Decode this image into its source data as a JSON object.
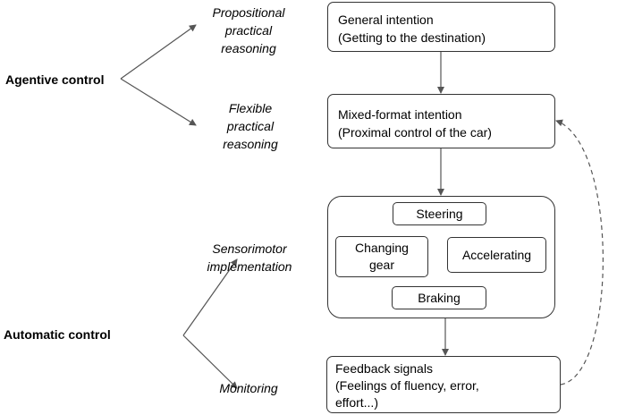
{
  "categories": {
    "agentive": "Agentive control",
    "automatic": "Automatic control"
  },
  "stages": {
    "propositional": [
      "Propositional",
      "practical",
      "reasoning"
    ],
    "flexible": [
      "Flexible",
      "practical",
      "reasoning"
    ],
    "sensorimotor": [
      "Sensorimotor",
      "implementation"
    ],
    "monitoring": [
      "Monitoring"
    ]
  },
  "boxes": {
    "general": [
      "General intention",
      "(Getting to the destination)"
    ],
    "mixed": [
      "Mixed-format intention",
      "(Proximal control of the car)"
    ],
    "feedback": [
      "Feedback signals",
      "(Feelings of fluency, error,",
      "effort...)"
    ]
  },
  "actions": {
    "steering": "Steering",
    "changing_gear": [
      "Changing",
      "gear"
    ],
    "accelerating": "Accelerating",
    "braking": "Braking"
  }
}
